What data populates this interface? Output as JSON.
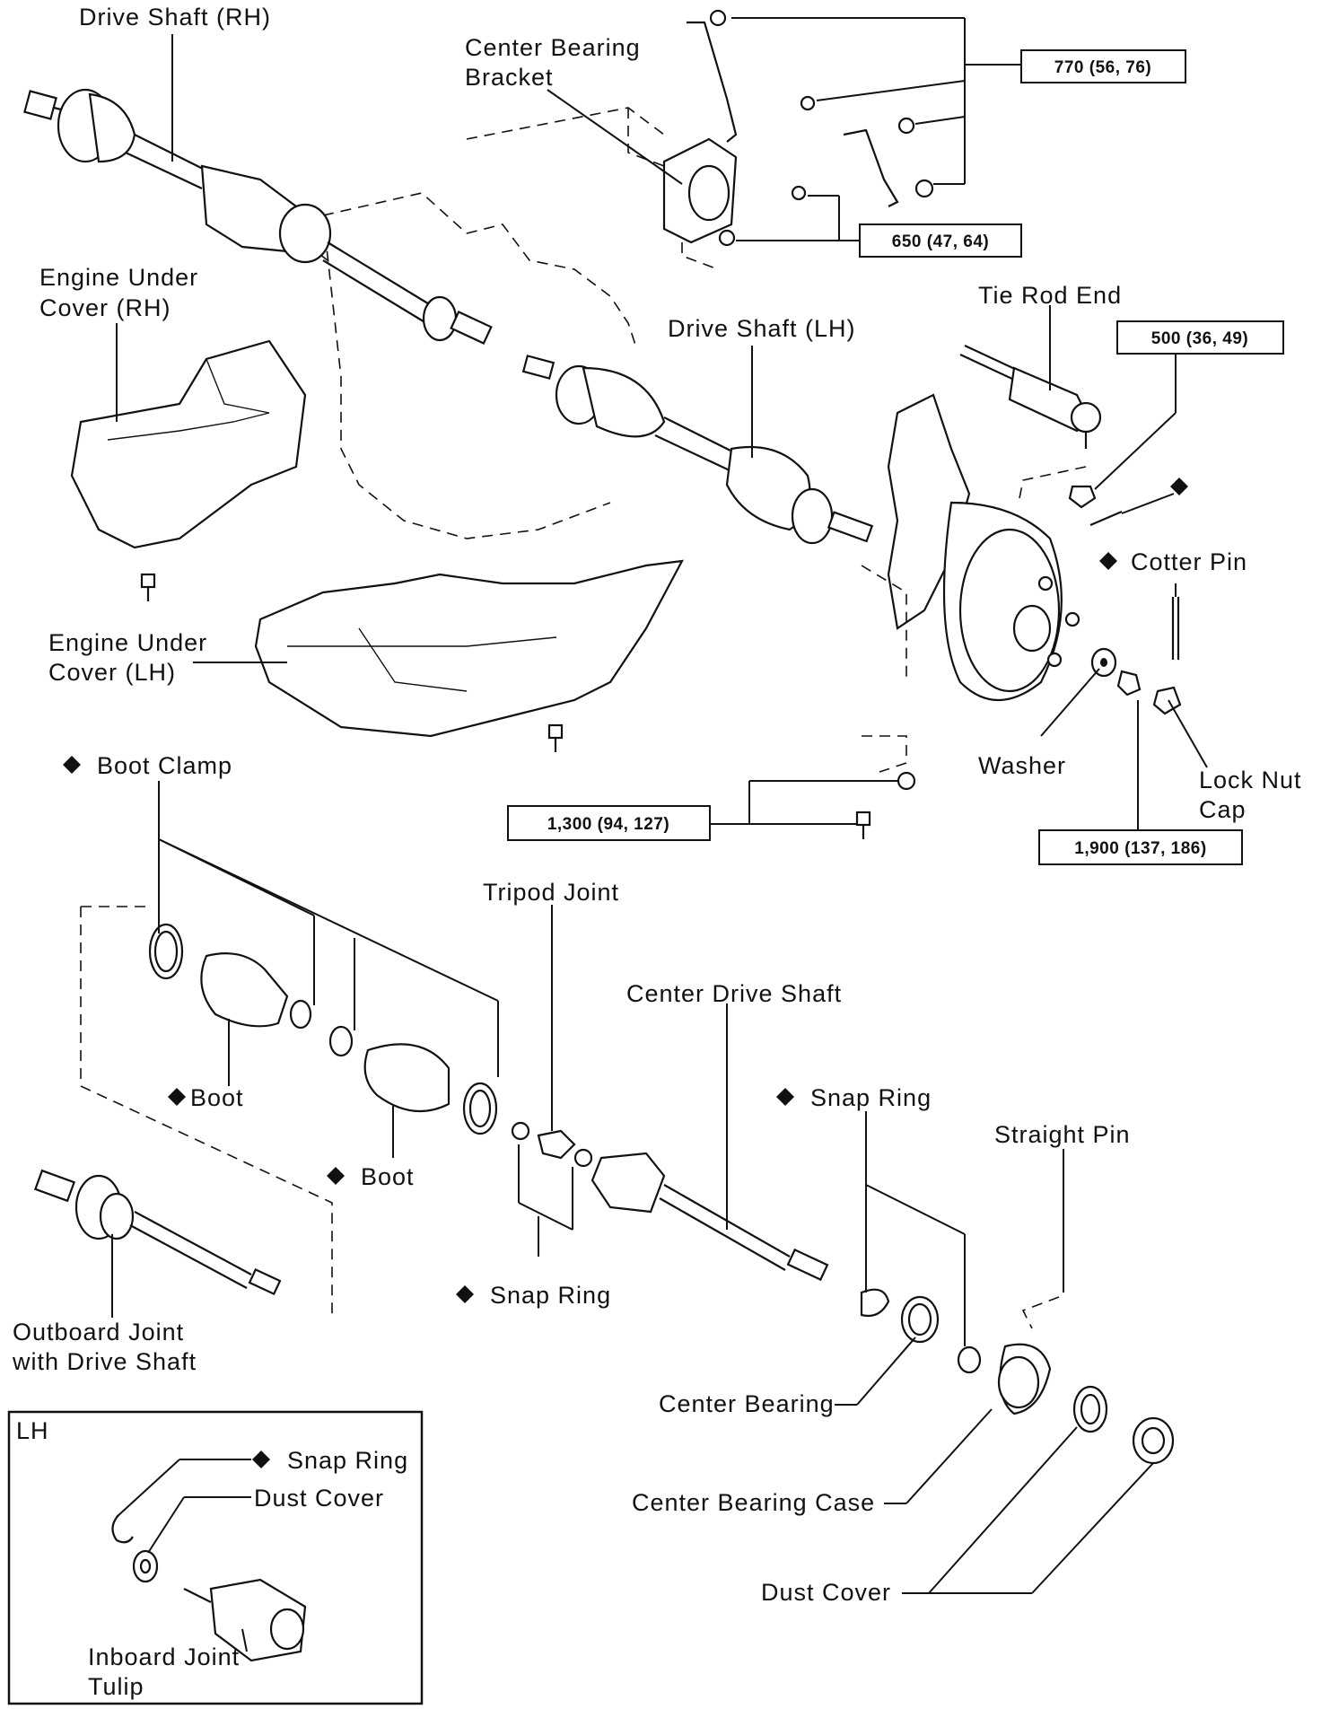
{
  "labels": {
    "drive_shaft_rh": "Drive Shaft (RH)",
    "center_bearing_bracket_1": "Center Bearing",
    "center_bearing_bracket_2": "Bracket",
    "engine_under_cover_rh_1": "Engine Under",
    "engine_under_cover_rh_2": "Cover (RH)",
    "drive_shaft_lh": "Drive Shaft (LH)",
    "tie_rod_end": "Tie Rod End",
    "cotter_pin": "Cotter Pin",
    "engine_under_cover_lh_1": "Engine Under",
    "engine_under_cover_lh_2": "Cover (LH)",
    "washer": "Washer",
    "lock_nut_cap_1": "Lock Nut",
    "lock_nut_cap_2": "Cap",
    "boot_clamp": "Boot Clamp",
    "tripod_joint": "Tripod Joint",
    "center_drive_shaft": "Center Drive Shaft",
    "boot_outer": "Boot",
    "boot_inner": "Boot",
    "snap_ring_center": "Snap Ring",
    "straight_pin": "Straight Pin",
    "snap_ring_tripod": "Snap Ring",
    "outboard_joint_1": "Outboard Joint",
    "outboard_joint_2": "with Drive Shaft",
    "center_bearing": "Center Bearing",
    "center_bearing_case": "Center Bearing Case",
    "dust_cover": "Dust Cover"
  },
  "torque": {
    "bracket_upper": "770 (56, 76)",
    "bracket_lower": "650 (47, 64)",
    "tie_rod_nut": "500 (36, 49)",
    "ball_joint": "1,300 (94, 127)",
    "lock_nut": "1,900 (137, 186)"
  },
  "inset": {
    "title": "LH",
    "snap_ring": "Snap Ring",
    "dust_cover": "Dust Cover",
    "inboard_joint_1": "Inboard Joint",
    "inboard_joint_2": "Tulip"
  },
  "symbols": {
    "non_reusable_part": "diamond-icon"
  }
}
